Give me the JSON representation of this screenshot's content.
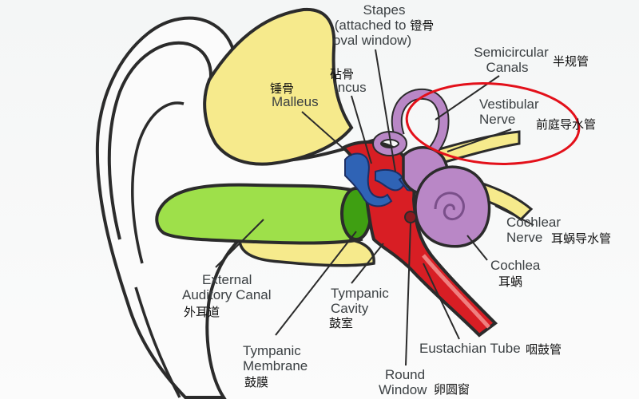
{
  "colors": {
    "skin_outline": "#2b2b2b",
    "canal_green": "#9ee04a",
    "membrane_green": "#3f9f12",
    "bone_yellow": "#f6ea8c",
    "cavity_red": "#d81e24",
    "ossicle_blue": "#2f63b5",
    "labyrinth_purple": "#b987c6",
    "highlight_red": "#e3101a"
  },
  "labels": {
    "stapes": {
      "en_line1": "Stapes",
      "en_line2": "(attached to",
      "en_line3": "oval window)",
      "cn": "镫骨"
    },
    "semicircular": {
      "en_line1": "Semicircular",
      "en_line2": "Canals",
      "cn": "半规管"
    },
    "incus": {
      "en": "Incus",
      "cn": "砧骨"
    },
    "malleus": {
      "en": "Malleus",
      "cn": "锤骨"
    },
    "vestibular": {
      "en_line1": "Vestibular",
      "en_line2": "Nerve",
      "cn": "前庭导水管"
    },
    "cochlear_nerve": {
      "en_line1": "Cochlear",
      "en_line2": "Nerve",
      "cn": "耳蜗导水管"
    },
    "cochlea": {
      "en": "Cochlea",
      "cn": "耳蜗"
    },
    "external": {
      "en_line1": "External",
      "en_line2": "Auditory Canal",
      "cn": "外耳道"
    },
    "tympanic_cavity": {
      "en_line1": "Tympanic",
      "en_line2": "Cavity",
      "cn": "鼓室"
    },
    "tympanic_membrane": {
      "en_line1": "Tympanic",
      "en_line2": "Membrane",
      "cn": "鼓膜"
    },
    "eustachian": {
      "en": "Eustachian Tube",
      "cn": "咽鼓管"
    },
    "round_window": {
      "en_line1": "Round",
      "en_line2": "Window",
      "cn": "卵圆窗"
    }
  }
}
